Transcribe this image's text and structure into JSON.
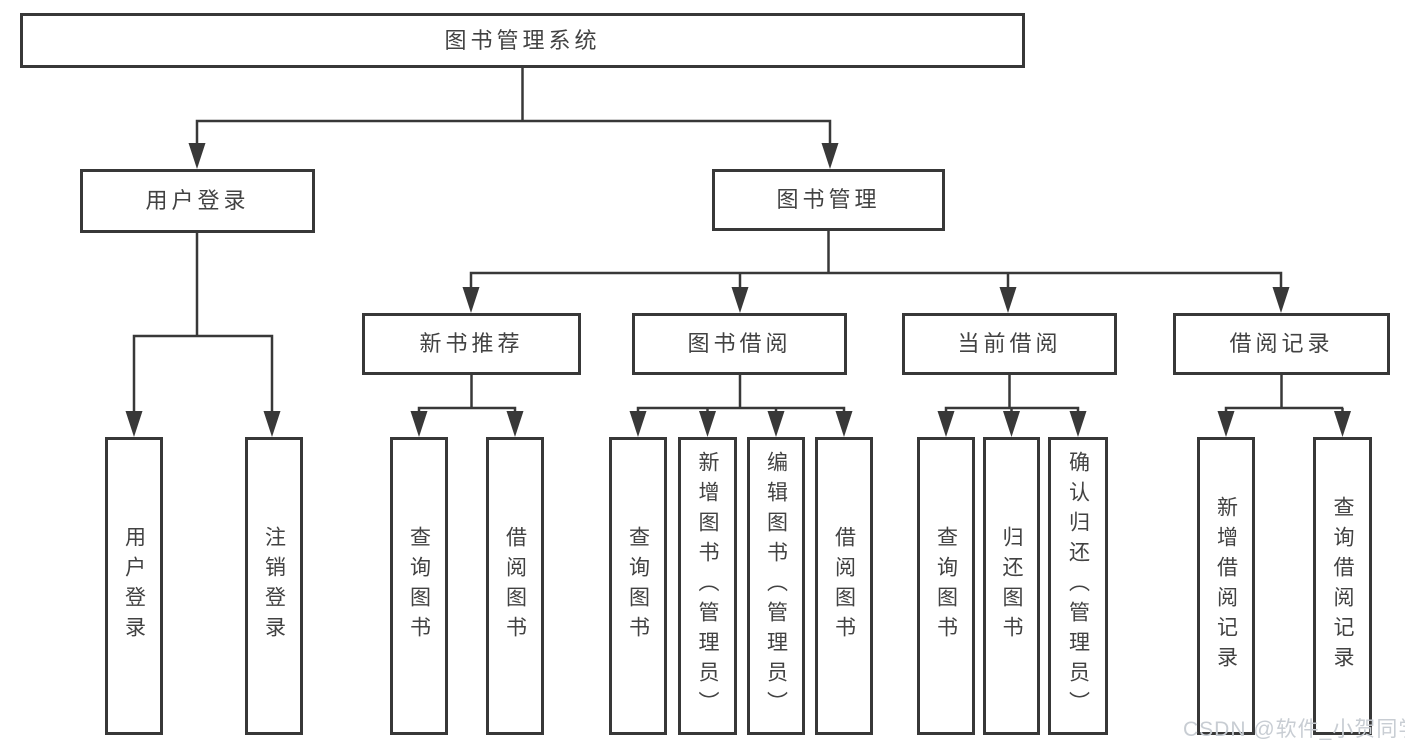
{
  "diagram": {
    "root": "图书管理系统",
    "user_login": {
      "label": "用户登录",
      "children": {
        "login": "用户登录",
        "logout": "注销登录"
      }
    },
    "book_management": {
      "label": "图书管理",
      "new_book_recommend": {
        "label": "新书推荐",
        "children": {
          "query_book": "查询图书",
          "borrow_book": "借阅图书"
        }
      },
      "book_borrow": {
        "label": "图书借阅",
        "children": {
          "query_book": "查询图书",
          "add_book_admin": "新增图书（管理员）",
          "edit_book_admin": "编辑图书（管理员）",
          "borrow_book": "借阅图书"
        }
      },
      "current_borrow": {
        "label": "当前借阅",
        "children": {
          "query_book": "查询图书",
          "return_book": "归还图书",
          "confirm_return_admin": "确认归还（管理员）"
        }
      },
      "borrow_records": {
        "label": "借阅记录",
        "children": {
          "add_record": "新增借阅记录",
          "query_record": "查询借阅记录"
        }
      }
    }
  },
  "watermark": "CSDN @软件_小贺同学",
  "colors": {
    "line": "#383838",
    "box_border": "#383838",
    "label_text": "#424242",
    "watermark_text": "#c8cdd3",
    "background": "#ffffff"
  }
}
